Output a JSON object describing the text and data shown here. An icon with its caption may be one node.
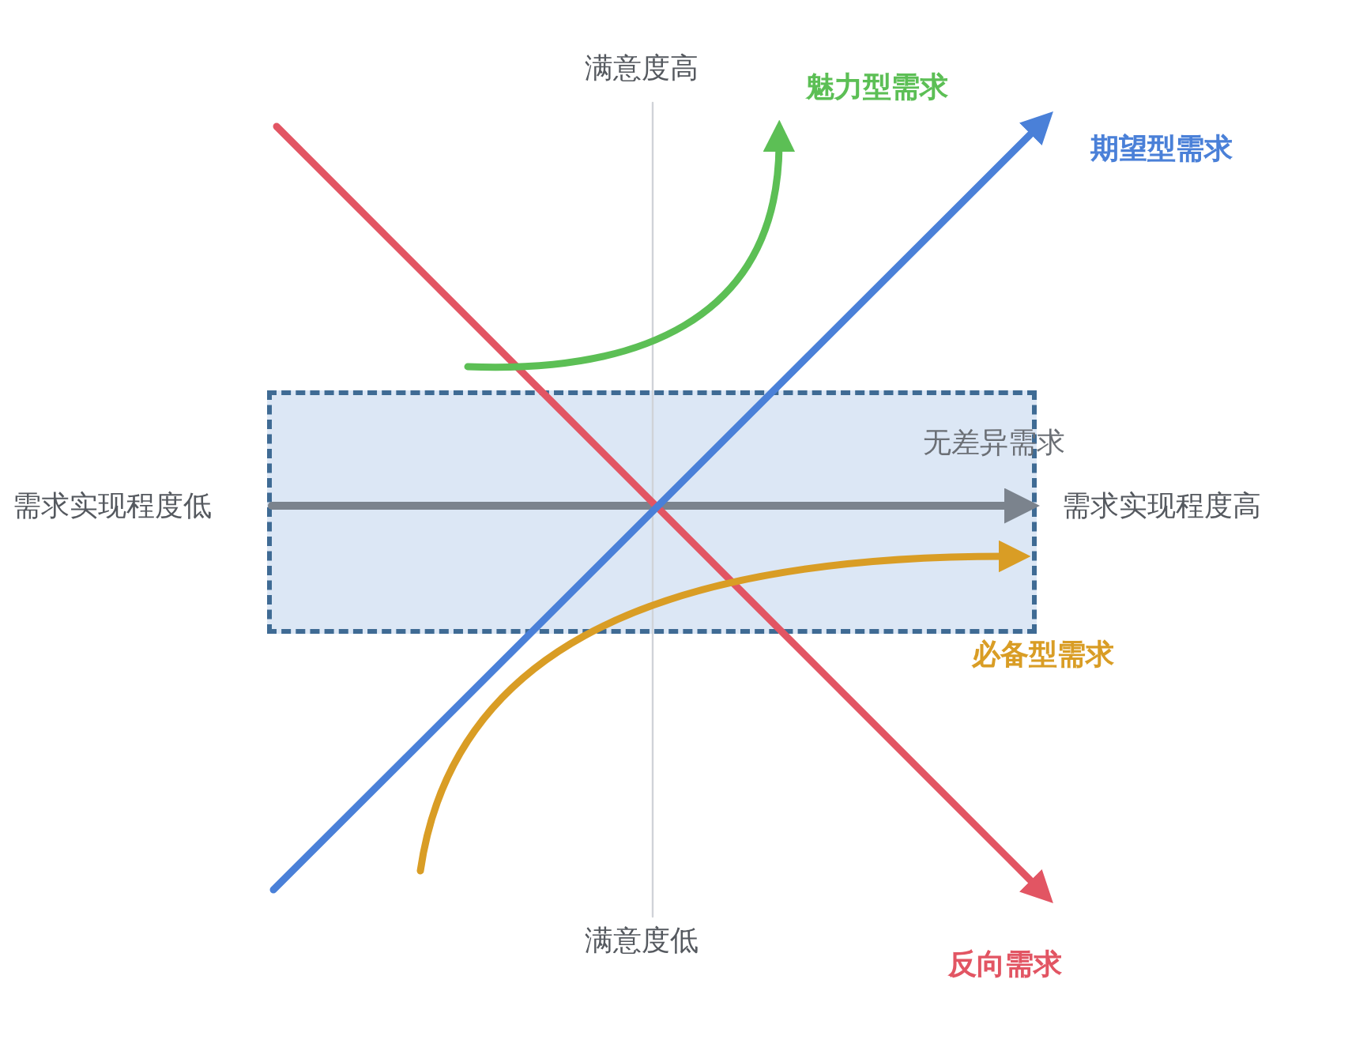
{
  "diagram": {
    "nodes": [
      {
        "text": [
          "无差异需求"
        ]
      }
    ],
    "labels": [
      "满意度高",
      "魅力型需求",
      "期望型需求",
      "需求实现程度低",
      "需求实现程度高",
      "必备型需求",
      "满意度低",
      "反向需求"
    ]
  }
}
